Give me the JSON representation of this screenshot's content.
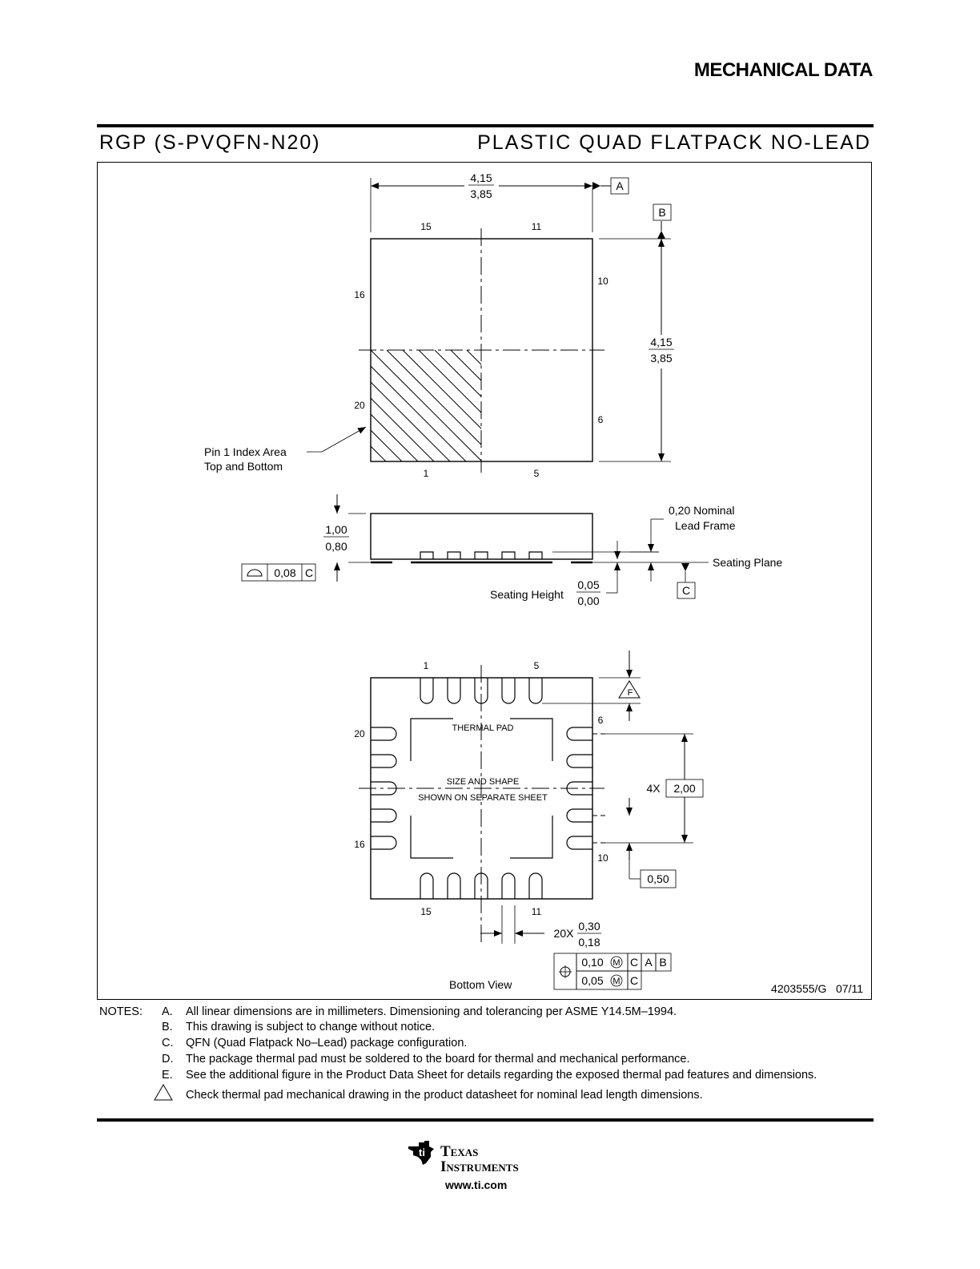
{
  "header": {
    "section_title": "MECHANICAL DATA"
  },
  "package": {
    "code": "RGP (S-PVQFN-N20)",
    "description": "PLASTIC QUAD FLATPACK NO-LEAD"
  },
  "top_view": {
    "width_max": "4,15",
    "width_min": "3,85",
    "height_max": "4,15",
    "height_min": "3,85",
    "datum_a": "A",
    "datum_b": "B",
    "pins": {
      "p15": "15",
      "p11": "11",
      "p16": "16",
      "p10": "10",
      "p20": "20",
      "p6": "6",
      "p1": "1",
      "p5": "5"
    },
    "pin1_note_line1": "Pin 1 Index Area",
    "pin1_note_line2": "Top and Bottom"
  },
  "side_view": {
    "thickness_max": "1,00",
    "thickness_min": "0,80",
    "flatness": "0,08",
    "flatness_datum": "C",
    "lead_frame_line1": "0,20 Nominal",
    "lead_frame_line2": "Lead Frame",
    "seating_plane": "Seating Plane",
    "seating_height": "Seating Height",
    "seating_max": "0,05",
    "seating_min": "0,00",
    "datum_c": "C"
  },
  "bottom_view": {
    "pins": {
      "p1": "1",
      "p5": "5",
      "p20": "20",
      "p6": "6",
      "p16": "16",
      "p10": "10",
      "p15": "15",
      "p11": "11"
    },
    "thermal_pad": "THERMAL PAD",
    "size_note_line1": "SIZE AND SHAPE",
    "size_note_line2": "SHOWN ON SEPARATE SHEET",
    "note_f": "F",
    "pitch_count": "4X",
    "pitch_span": "2,00",
    "pitch": "0,50",
    "lead_count": "20X",
    "lead_width_max": "0,30",
    "lead_width_min": "0,18",
    "tol_1": "0,10",
    "tol_1_mod": "M",
    "tol_1_datums": [
      "C",
      "A",
      "B"
    ],
    "tol_2": "0,05",
    "tol_2_mod": "M",
    "tol_2_datum": "C",
    "caption": "Bottom View"
  },
  "drawing_number": "4203555/G   07/11",
  "notes": {
    "label": "NOTES:",
    "items": [
      {
        "letter": "A.",
        "text": "All linear dimensions are in millimeters. Dimensioning and tolerancing per ASME Y14.5M–1994."
      },
      {
        "letter": "B.",
        "text": "This drawing is subject to change without notice."
      },
      {
        "letter": "C.",
        "text": "QFN (Quad Flatpack No–Lead) package configuration."
      },
      {
        "letter": "D.",
        "text": "The package thermal pad must be soldered to the board for thermal and mechanical performance."
      },
      {
        "letter": "E.",
        "text": "See the additional figure in the Product Data Sheet for details regarding the exposed thermal pad features and dimensions."
      },
      {
        "letter": "F",
        "text": "Check thermal pad mechanical drawing in the product datasheet for nominal lead length dimensions."
      }
    ]
  },
  "footer": {
    "brand_line1": "Texas",
    "brand_line2": "Instruments",
    "url": "www.ti.com"
  }
}
